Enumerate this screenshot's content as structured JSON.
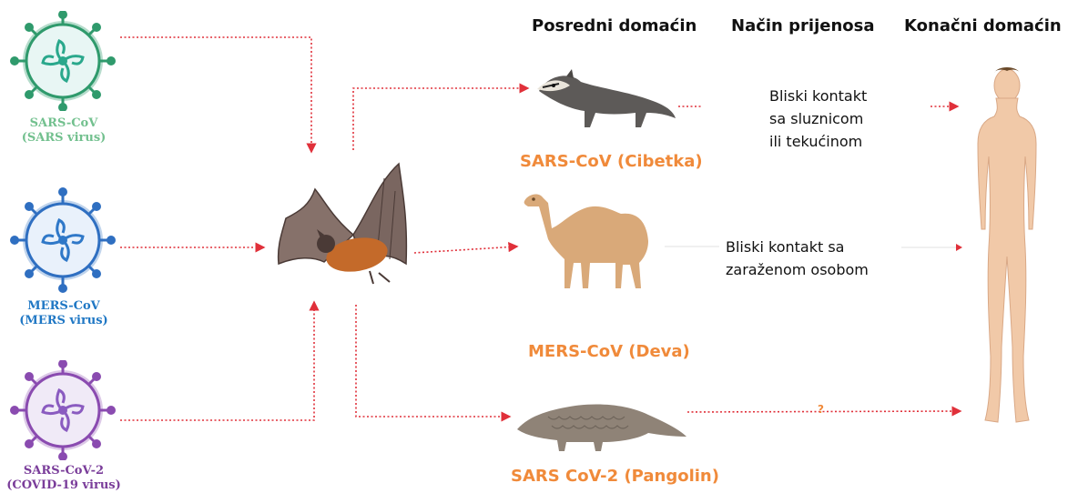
{
  "headers": {
    "intermediate": "Posredni domaćin",
    "transmission": "Način prijenosa",
    "final": "Konačni domaćin"
  },
  "viruses": [
    {
      "line1": "SARS-CoV",
      "line2": "(SARS virus)",
      "color": "#72c08e",
      "spike": "#2f9a6c",
      "rna": "#2aa88c"
    },
    {
      "line1": "MERS-CoV",
      "line2": "(MERS virus)",
      "color": "#1f77c4",
      "spike": "#2f6fc1",
      "rna": "#2f78c8"
    },
    {
      "line1": "SARS-CoV-2",
      "line2": "(COVID-19 virus)",
      "color": "#7a3d9a",
      "spike": "#8a4bb0",
      "rna": "#8a5bc0"
    }
  ],
  "animals": {
    "civet": "SARS-CoV (Cibetka)",
    "camel": "MERS-CoV (Deva)",
    "pangolin": "SARS CoV-2 (Pangolin)"
  },
  "transmission": {
    "sars": [
      "Bliski kontakt",
      "sa sluznicom",
      "ili tekućinom"
    ],
    "mers": [
      "Bliski kontakt sa",
      "zaraženom osobom"
    ],
    "covid": "?"
  },
  "colors": {
    "accent_orange": "#f08a3a",
    "arrow_red": "#e0303a"
  }
}
